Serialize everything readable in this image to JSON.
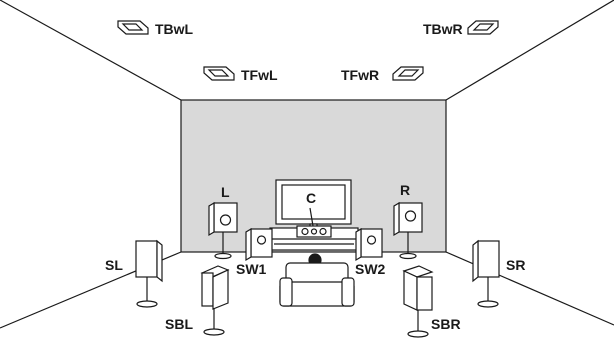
{
  "labels": {
    "TBwL": "TBwL",
    "TBwR": "TBwR",
    "TFwL": "TFwL",
    "TFwR": "TFwR",
    "L": "L",
    "C": "C",
    "R": "R",
    "SL": "SL",
    "SR": "SR",
    "SW1": "SW1",
    "SW2": "SW2",
    "SBL": "SBL",
    "SBR": "SBR"
  },
  "colors": {
    "line": "#1a1a1a",
    "back_wall": "#d9d9d9",
    "speaker_fill": "#ffffff",
    "screen_fill": "#ffffff"
  }
}
